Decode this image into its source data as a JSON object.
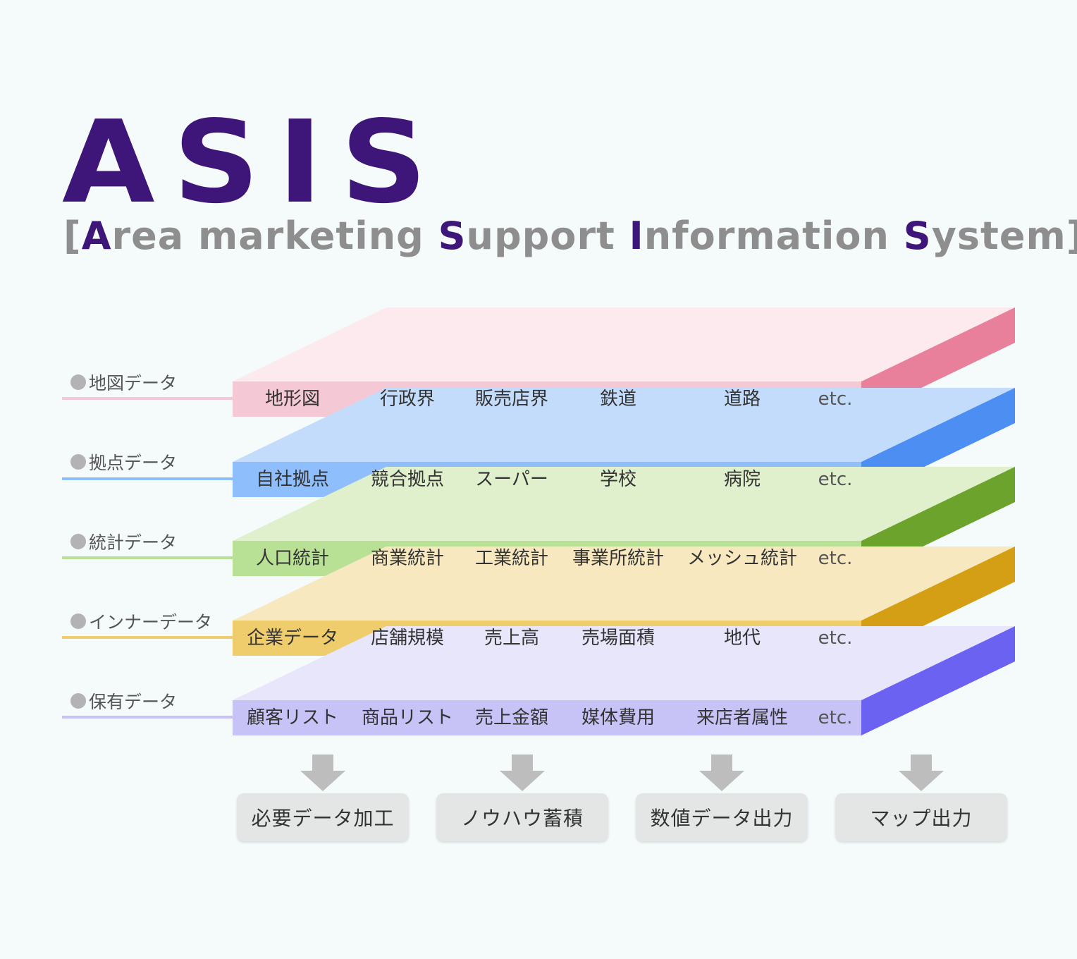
{
  "logo": "ASIS",
  "subtitle": {
    "open": "[",
    "parts": [
      {
        "cap": "A",
        "rest": "rea marketing "
      },
      {
        "cap": "S",
        "rest": "upport "
      },
      {
        "cap": "I",
        "rest": "nformation "
      },
      {
        "cap": "S",
        "rest": "ystem"
      }
    ],
    "close": "]"
  },
  "layers": [
    {
      "label": "地図データ",
      "items": [
        "地形図",
        "行政界",
        "販売店界",
        "鉄道",
        "道路",
        "etc."
      ],
      "colors": {
        "top": "#fdeaef",
        "front": "#f4c9d5",
        "side": "#e8809c",
        "line": "#f4c9d5"
      }
    },
    {
      "label": "拠点データ",
      "items": [
        "自社拠点",
        "競合拠点",
        "スーパー",
        "学校",
        "病院",
        "etc."
      ],
      "colors": {
        "top": "#c3dcfc",
        "front": "#8ebefb",
        "side": "#4d8ef2",
        "line": "#8ebefb"
      }
    },
    {
      "label": "統計データ",
      "items": [
        "人口統計",
        "商業統計",
        "工業統計",
        "事業所統計",
        "メッシュ統計",
        "etc."
      ],
      "colors": {
        "top": "#e0f0cd",
        "front": "#b9e196",
        "side": "#6ba32d",
        "line": "#b9e196"
      }
    },
    {
      "label": "インナーデータ",
      "items": [
        "企業データ",
        "店舗規模",
        "売上高",
        "売場面積",
        "地代",
        "etc."
      ],
      "colors": {
        "top": "#f7e8bf",
        "front": "#efcd6d",
        "side": "#d49f14",
        "line": "#efcd6d"
      }
    },
    {
      "label": "保有データ",
      "items": [
        "顧客リスト",
        "商品リスト",
        "売上金額",
        "媒体費用",
        "来店者属性",
        "etc."
      ],
      "colors": {
        "top": "#e8e6fb",
        "front": "#c7c3f6",
        "side": "#6b62f2",
        "line": "#c7c3f6"
      }
    }
  ],
  "outputs": [
    "必要データ加工",
    "ノウハウ蓄積",
    "数値データ出力",
    "マップ出力"
  ],
  "colors": {
    "brand": "#3e1578",
    "subtitle_gray": "#8e8e8e",
    "arrow": "#bdbdbd"
  }
}
